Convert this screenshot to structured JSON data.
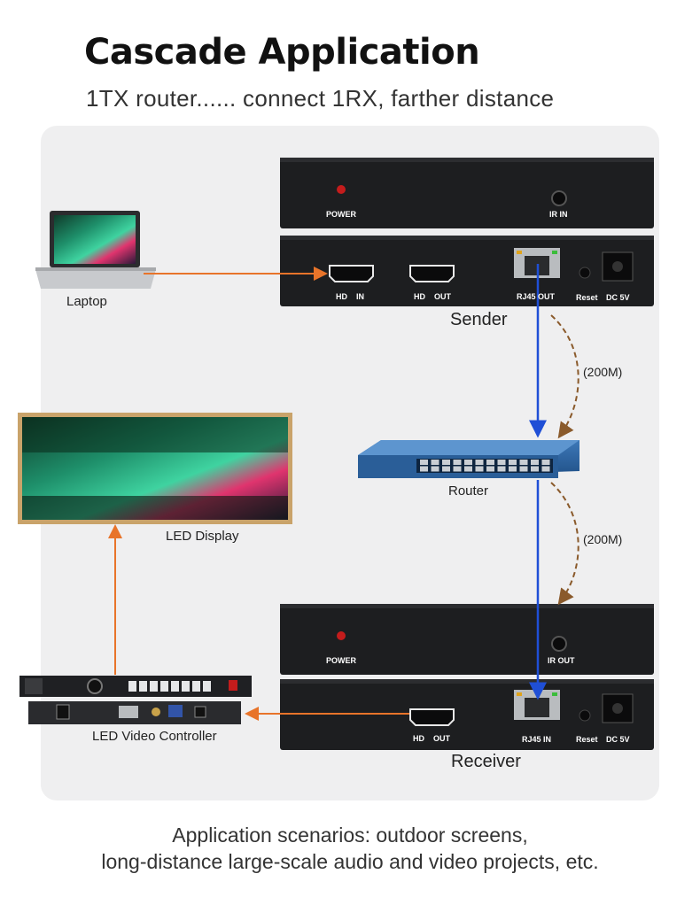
{
  "header": {
    "title": "Cascade Application",
    "subtitle": "1TX router...... connect 1RX, farther distance"
  },
  "sender": {
    "label": "Sender",
    "top_unit": {
      "power": "POWER",
      "ir": "IR IN"
    },
    "bottom_unit": {
      "hd_in": "HD    IN",
      "hd_out": "HD    OUT",
      "rj45": "RJ45 OUT",
      "reset": "Reset",
      "dc": "DC 5V"
    }
  },
  "receiver": {
    "label": "Receiver",
    "top_unit": {
      "power": "POWER",
      "ir": "IR OUT"
    },
    "bottom_unit": {
      "hd_out": "HD    OUT",
      "rj45": "RJ45 IN",
      "reset": "Reset",
      "dc": "DC 5V"
    }
  },
  "devices": {
    "laptop": "Laptop",
    "led_display": "LED Display",
    "router": "Router",
    "led_controller": "LED Video Controller"
  },
  "links": {
    "upper_distance": "(200M)",
    "lower_distance": "(200M)"
  },
  "footer": {
    "line1": "Application scenarios: outdoor screens,",
    "line2": "long-distance large-scale audio and video projects, etc."
  },
  "colors": {
    "hdmi_link": "#e8742a",
    "network_link": "#1f4fd6",
    "wireless_link": "#8a5a2b",
    "device_body": "#1d1e20"
  }
}
